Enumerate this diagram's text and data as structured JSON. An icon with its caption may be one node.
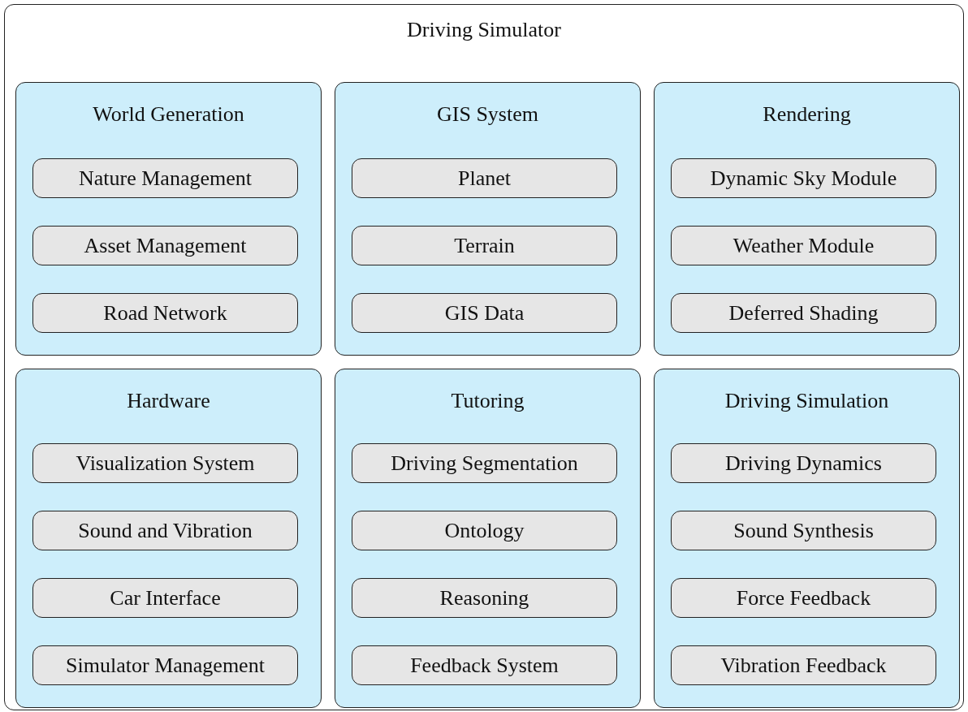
{
  "diagram": {
    "nodes": [
      {
        "text": [
          "Driving Simulator"
        ]
      },
      {
        "text": [
          "World Generation"
        ],
        "in": 0
      },
      {
        "text": [
          "Nature Management"
        ],
        "in": 1
      },
      {
        "text": [
          "Asset Management"
        ],
        "in": 1
      },
      {
        "text": [
          "Road Network"
        ],
        "in": 1
      },
      {
        "text": [
          "GIS System"
        ],
        "in": 0
      },
      {
        "text": [
          "Planet"
        ],
        "in": 5
      },
      {
        "text": [
          "Terrain"
        ],
        "in": 5
      },
      {
        "text": [
          "GIS Data"
        ],
        "in": 5
      },
      {
        "text": [
          "Rendering"
        ],
        "in": 0
      },
      {
        "text": [
          "Dynamic Sky Module"
        ],
        "in": 9
      },
      {
        "text": [
          "Weather Module"
        ],
        "in": 9
      },
      {
        "text": [
          "Deferred Shading"
        ],
        "in": 9
      },
      {
        "text": [
          "Hardware"
        ],
        "in": 0
      },
      {
        "text": [
          "Visualization System"
        ],
        "in": 13
      },
      {
        "text": [
          "Sound and Vibration"
        ],
        "in": 13
      },
      {
        "text": [
          "Car Interface"
        ],
        "in": 13
      },
      {
        "text": [
          "Simulator Management"
        ],
        "in": 13
      },
      {
        "text": [
          "Tutoring"
        ],
        "in": 0
      },
      {
        "text": [
          "Driving Segmentation"
        ],
        "in": 18
      },
      {
        "text": [
          "Ontology"
        ],
        "in": 18
      },
      {
        "text": [
          "Reasoning"
        ],
        "in": 18
      },
      {
        "text": [
          "Feedback System"
        ],
        "in": 18
      },
      {
        "text": [
          "Driving Simulation"
        ],
        "in": 0
      },
      {
        "text": [
          "Driving Dynamics"
        ],
        "in": 23
      },
      {
        "text": [
          "Sound Synthesis"
        ],
        "in": 23
      },
      {
        "text": [
          "Force Feedback"
        ],
        "in": 23
      },
      {
        "text": [
          "Vibration Feedback"
        ],
        "in": 23
      }
    ]
  }
}
